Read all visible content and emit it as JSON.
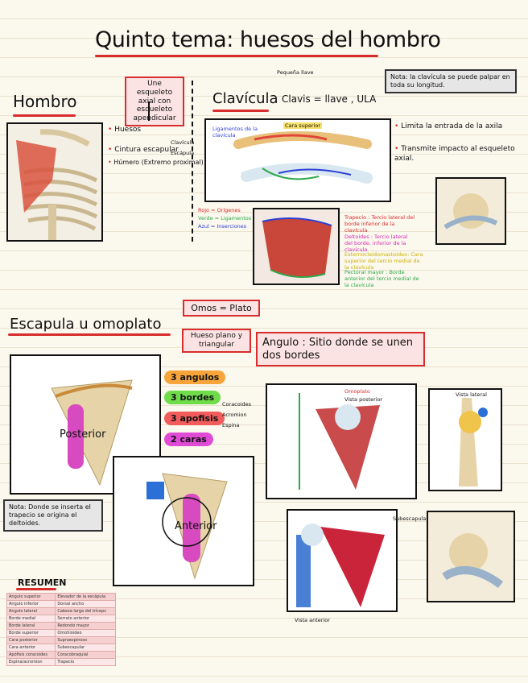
{
  "title": "Quinto tema: huesos del hombro",
  "nota_top": "Nota: la clavícula se puede palpar en toda su longitud.",
  "hombro": {
    "heading": "Hombro",
    "redbox": "Une esqueleto axial con esqueleto apendicular",
    "huesos": "Huesos",
    "cintura": "Cintura escapular",
    "clavicula": "Clavícula",
    "escapula": "Escápula",
    "humero": "Húmero (Extremo proximal)"
  },
  "clavicula": {
    "heading": "Clavícula",
    "formula": "Clavis = llave , ULA",
    "note": "Pequeña llave",
    "bullet1": "Limita la entrada de la axila",
    "bullet2": "Transmite impacto al esqueleto axial.",
    "legend1": "Rojo = Orígenes",
    "legend2": "Verde = Ligamentos",
    "legend3": "Azul = Inserciones",
    "muscles": [
      "Trapecio : Tercio lateral del borde inferior de la clavícula",
      "Deltoides : Tercio lateral del borde, inferior de la clavícula",
      "Esternocleidomastoideo: Cara superior del tercio medial de la clavícula",
      "Pectoral mayor : Borde anterior del tercio medial de la clavícula"
    ],
    "fig_label": "Cara superior",
    "ligament_label": "Ligamentos de la clavícula"
  },
  "escapula": {
    "heading": "Escapula u omoplato",
    "omos": "Omos = Plato",
    "plano": "Hueso plano y triangular",
    "angulo": "Angulo : Sitio donde se unen dos bordes",
    "pills": [
      "3 angulos",
      "3 bordes",
      "3 apofisis",
      "2 caras"
    ],
    "apofisis": [
      "Coracoides",
      "Acromion",
      "Espina"
    ],
    "posterior": "Posterior",
    "anterior": "Anterior",
    "nota": "Nota: Donde se inserta el trapecio se origina el deltoides.",
    "vista_lateral": "Vista lateral",
    "vista_anterior": "Vista anterior",
    "omoplato_label": "Omoplato",
    "omoplato_sub": "Vista posterior",
    "subescapular": "Subescapular"
  },
  "resumen": {
    "heading": "RESUMEN",
    "rows": [
      [
        "Angulo superior",
        "Elevador de la escápula"
      ],
      [
        "Angulo inferior",
        "Dorsal ancho"
      ],
      [
        "Angulo lateral",
        "Cabeza larga del tríceps"
      ],
      [
        "Borde medial",
        "Serrato anterior"
      ],
      [
        "Borde lateral",
        "Redondo mayor"
      ],
      [
        "Borde superior",
        "Omohioideo"
      ],
      [
        "Cara posterior",
        "Supraespinoso"
      ],
      [
        "Cara anterior",
        "Subescapular"
      ],
      [
        "Apófisis coracoides",
        "Coracobraquial"
      ],
      [
        "Espina/acromion",
        "Trapecio"
      ]
    ]
  },
  "colors": {
    "accent_red": "#d92c2c",
    "pill_orange": "#f7a53b",
    "pill_green": "#6fdc4a",
    "pill_red": "#f25c5c",
    "pill_magenta": "#e04bd6"
  }
}
